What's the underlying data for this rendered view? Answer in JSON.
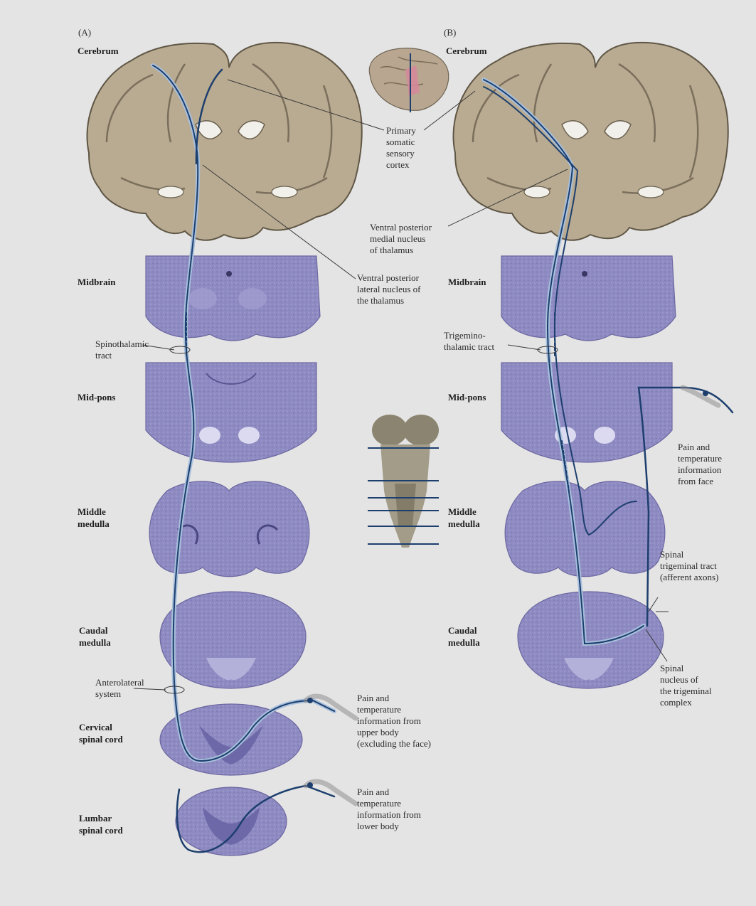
{
  "panels": {
    "a": "(A)",
    "b": "(B)"
  },
  "levels_a": {
    "cerebrum": "Cerebrum",
    "midbrain": "Midbrain",
    "midpons": "Mid-pons",
    "middle_medulla": "Middle\nmedulla",
    "caudal_medulla": "Caudal\nmedulla",
    "cervical": "Cervical\nspinal cord",
    "lumbar": "Lumbar\nspinal cord"
  },
  "levels_b": {
    "cerebrum": "Cerebrum",
    "midbrain": "Midbrain",
    "midpons": "Mid-pons",
    "middle_medulla": "Middle\nmedulla",
    "caudal_medulla": "Caudal\nmedulla"
  },
  "labels": {
    "primary_cortex": "Primary\nsomatic\nsensory\ncortex",
    "vpm": "Ventral posterior\nmedial nucleus\nof thalamus",
    "vpl": "Ventral posterior\nlateral nucleus of\nthe thalamus",
    "spinothalamic": "Spinothalamic\ntract",
    "trigeminothalamic": "Trigemino-\nthalamic tract",
    "anterolateral": "Anterolateral\nsystem",
    "pain_upper": "Pain and\ntemperature\ninformation from\nupper body\n(excluding the face)",
    "pain_lower": "Pain and\ntemperature\ninformation from\nlower body",
    "pain_face": "Pain and\ntemperature\ninformation\nfrom face",
    "spinal_trig_tract": "Spinal\ntrigeminal tract\n(afferent axons)",
    "spinal_nucleus": "Spinal\nnucleus of\nthe trigeminal\ncomplex"
  },
  "colors": {
    "background": "#e4e4e4",
    "brain_tissue": "#b7a98f",
    "brain_outline": "#6d6352",
    "brainstem_section": "#8f8bc4",
    "pathway": "#1d3f6e",
    "pathway_light": "#a8c0dc"
  }
}
